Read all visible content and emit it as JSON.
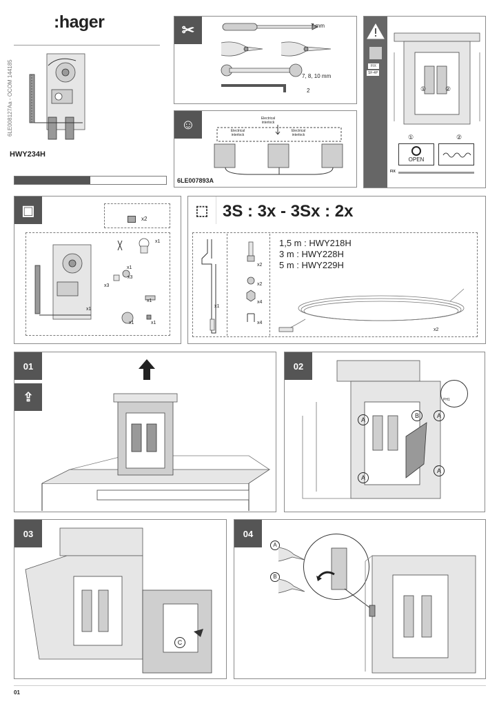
{
  "brand": {
    "logo_text": ":hager"
  },
  "cover": {
    "product_code": "HWY234H",
    "vertical_ref": "6LE008127Aa - OCOM 144185"
  },
  "tools": {
    "screwdriver_dim": "7 mm",
    "wrench_dim": "7, 8, 10 mm",
    "allen_dim": "2"
  },
  "interlock": {
    "label_top": "Electrical interlock",
    "label_left": "Electrical interlock",
    "label_right": "Electrical interlock",
    "doc_ref": "6LE007893A"
  },
  "warning": {
    "fix_label": "FIX",
    "sf4p_label": "SF-4P",
    "bottom_fix_label": "FIX",
    "circle1": "①",
    "circle2": "②",
    "open_label": "OPEN"
  },
  "kit": {
    "qty_x2": "x2",
    "qty_x1a": "x1",
    "qty_x1b": "x1",
    "qty_x3a": "x3",
    "qty_x3b": "x3",
    "qty_x1c": "x1",
    "qty_x1d": "x1",
    "qty_x1e": "x1",
    "qty_x1f": "x1"
  },
  "cable_kit": {
    "formula": "3S : 3x - 3Sx : 2x",
    "options": [
      "1,5 m : HWY218H",
      "3 m : HWY228H",
      "5 m : HWY229H"
    ],
    "qty_rod": "x1",
    "qty_a": "x2",
    "qty_b": "x2",
    "qty_c": "x4",
    "qty_d": "x4",
    "qty_cable": "x2"
  },
  "steps": [
    {
      "num": "01"
    },
    {
      "num": "02",
      "callout_a1": "A",
      "callout_a2": "A",
      "callout_a3": "A",
      "callout_a4": "A",
      "callout_b": "B",
      "screwdriver_label": "PH1"
    },
    {
      "num": "03",
      "callout_c": "C"
    },
    {
      "num": "04",
      "callout_a": "A",
      "callout_b": "B"
    }
  ],
  "footer": {
    "page": "01"
  }
}
